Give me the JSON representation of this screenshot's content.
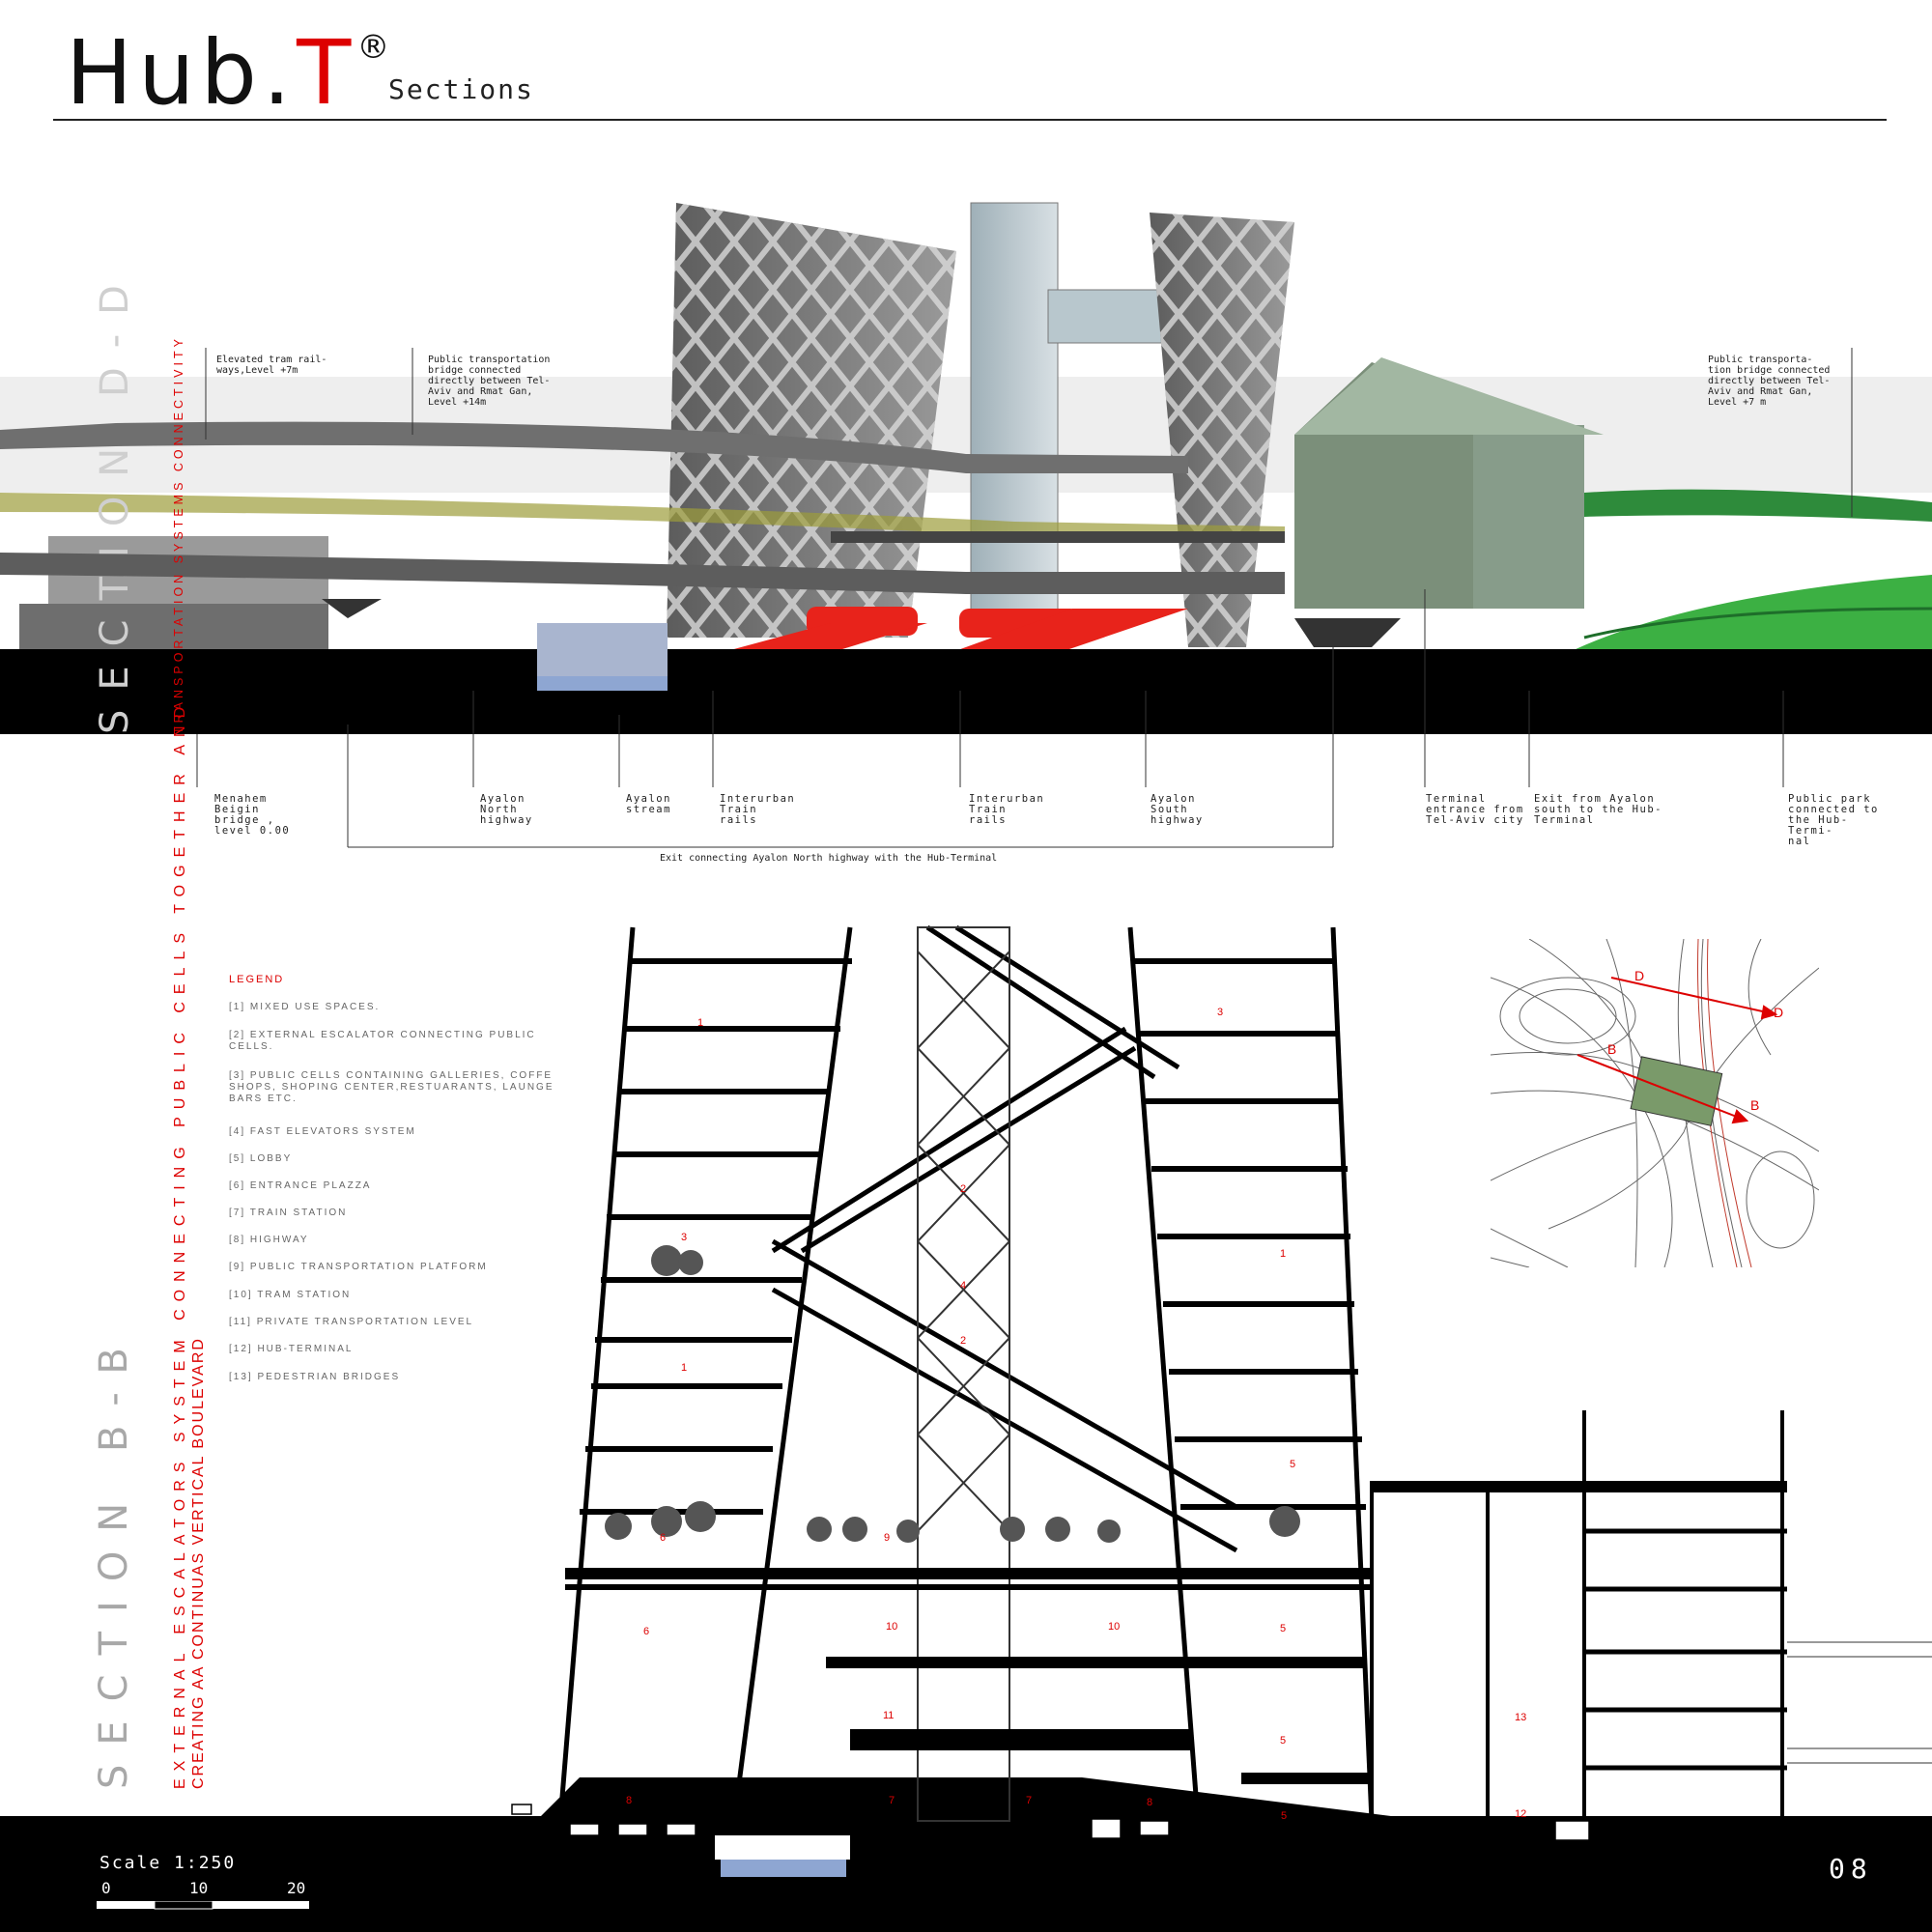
{
  "header": {
    "title_main": "Hub.",
    "title_accent": "T",
    "title_mark": "®",
    "subtitle": "Sections"
  },
  "section_dd": {
    "title": "SECTION D-D",
    "subtitle": "TRANSPORTATION SYSTEMS CONNECTIVITY",
    "top_notes": [
      "Elevated tram rail-\nways,Level +7m",
      "Public transportation\nbridge connected\ndirectly between Tel-\nAviv and Rmat Gan,\nLevel +14m",
      "Public transporta-\ntion bridge connected\ndirectly between Tel-\nAviv and Rmat Gan,\nLevel +7 m"
    ],
    "bottom_labels": [
      "Menahem\nBeigin\nbridge ,\nlevel 0.00",
      "Ayalon\nNorth\nhighway",
      "Ayalon\nstream",
      "Interurban\nTrain\nrails",
      "Interurban\nTrain\nrails",
      "Ayalon\nSouth\nhighway",
      "Terminal\nentrance from\nTel-Aviv city",
      "Exit from Ayalon\nsouth to the Hub-\nTerminal",
      "Public park\nconnected to\nthe Hub-Termi-\nnal"
    ],
    "exit_caption": "Exit connecting Ayalon North highway with the Hub-Terminal"
  },
  "section_bb": {
    "title": "SECTION B-B",
    "subtitle_line1": "EXTERNAL ESCALATORS SYSTEM CONNECTING PUBLIC CELLS TOGETHER AND",
    "subtitle_line2": "CREATING AA CONTINUAS VERTICAL BOULEVARD"
  },
  "legend": {
    "title": "LEGEND",
    "items": [
      "[1] MIXED USE SPACES.",
      "[2] EXTERNAL ESCALATOR CONNECTING PUBLIC CELLS.",
      "[3] PUBLIC CELLS CONTAINING GALLERIES, COFFE SHOPS, SHOPING CENTER,RESTUARANTS, LAUNGE BARS ETC.",
      "[4] FAST ELEVATORS SYSTEM",
      "[5] LOBBY",
      "[6] ENTRANCE PLAZZA",
      "[7] TRAIN STATION",
      "[8] HIGHWAY",
      "[9] PUBLIC TRANSPORTATION PLATFORM",
      "[10] TRAM STATION",
      "[11] PRIVATE TRANSPORTATION LEVEL",
      "[12] HUB-TERMINAL",
      "[13] PEDESTRIAN BRIDGES"
    ]
  },
  "key_plan": {
    "marker_d": "D",
    "marker_b": "B"
  },
  "section_numbers": [
    "1",
    "3",
    "2",
    "3",
    "1",
    "2",
    "4",
    "1",
    "1",
    "5",
    "6",
    "9",
    "6",
    "10",
    "10",
    "5",
    "11",
    "5",
    "7",
    "7",
    "8",
    "8",
    "5",
    "13",
    "12"
  ],
  "footer": {
    "scale": "Scale 1:250",
    "tick_0": "0",
    "tick_10": "10",
    "tick_20": "20",
    "page_number": "08"
  },
  "colors": {
    "accent": "#dd0000",
    "ground": "#000000",
    "park": "#3cb043",
    "water": "#8ea6d2",
    "track": "#e8231b"
  }
}
